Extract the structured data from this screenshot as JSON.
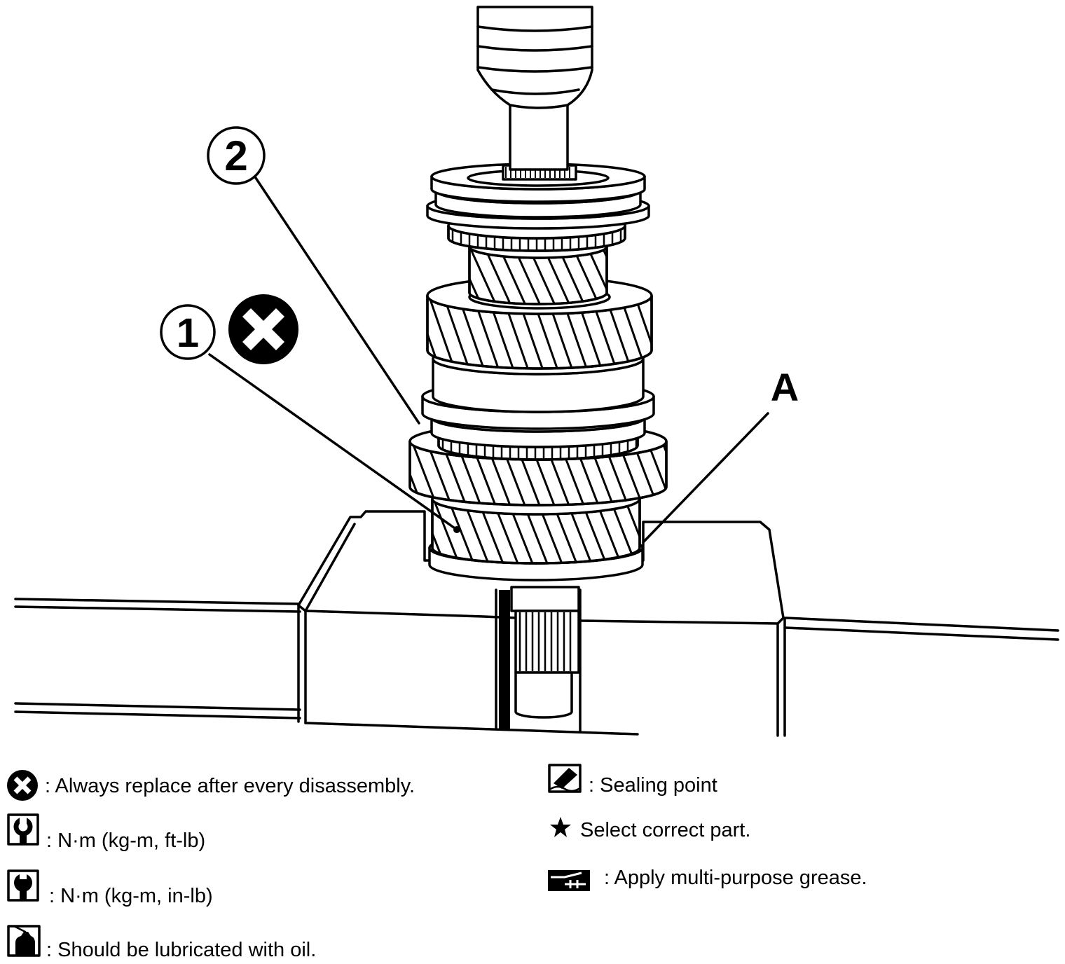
{
  "callouts": {
    "part_1": "1",
    "part_2": "2",
    "point_a": "A",
    "part_1_symbol": "replace-x-icon"
  },
  "legend_left": [
    {
      "icon": "replace-x-icon",
      "text": ": Always replace after every disassembly."
    },
    {
      "icon": "torque-wrench-icon",
      "text": ": N·m (kg-m, ft-lb)"
    },
    {
      "icon": "torque-wrench-filled-icon",
      "text": ": N·m (kg-m, in-lb)"
    },
    {
      "icon": "oil-can-icon",
      "text": ": Should be lubricated with oil."
    }
  ],
  "legend_right": [
    {
      "icon": "sealing-point-icon",
      "text": ": Sealing point"
    },
    {
      "icon": "star-icon",
      "text": "Select correct part."
    },
    {
      "icon": "grease-icon",
      "text": ": Apply multi-purpose grease."
    }
  ],
  "colors": {
    "ink": "#000000",
    "paper": "#ffffff"
  }
}
